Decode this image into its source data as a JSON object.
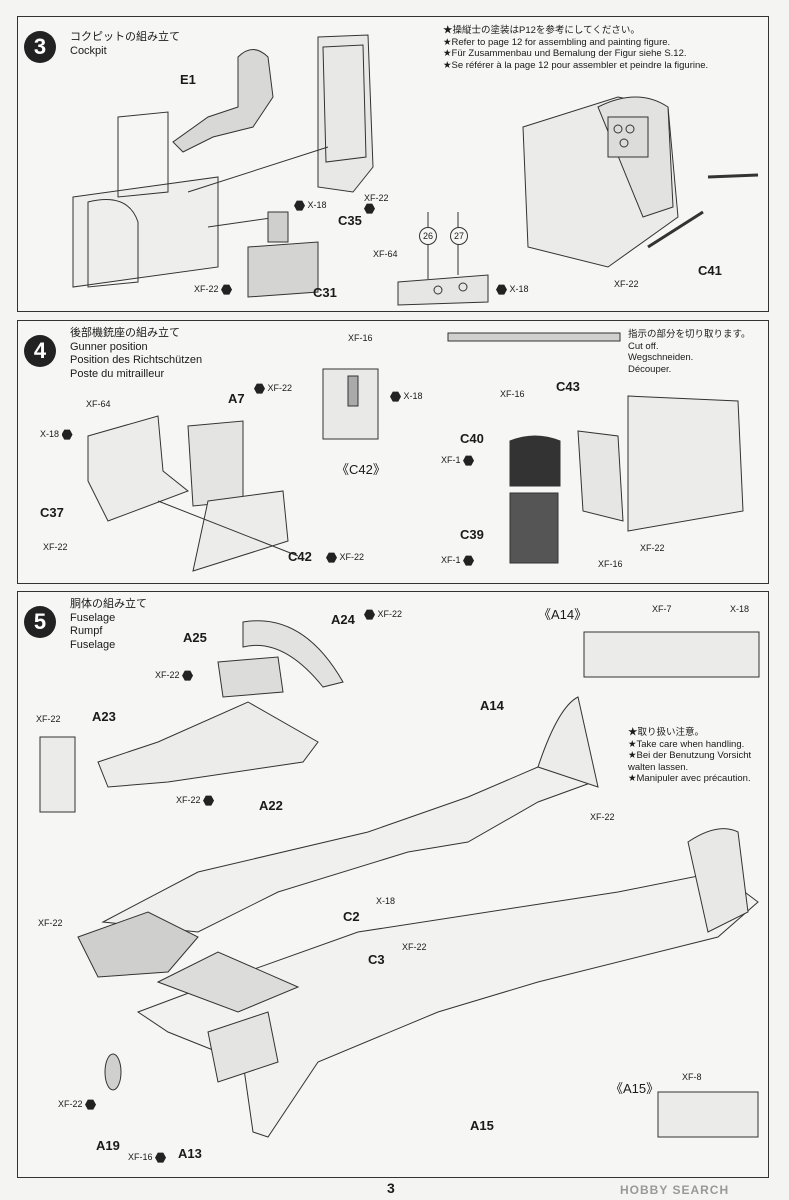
{
  "page_number": "3",
  "watermark": "HOBBY SEARCH",
  "step3": {
    "number": "3",
    "title_ja": "コクピットの組み立て",
    "title_en": "Cockpit",
    "note": [
      "★操縦士の塗装はP12を参考にしてください。",
      "★Refer to page 12 for assembling and painting figure.",
      "★Für Zusammenbau und Bemalung der Figur siehe S.12.",
      "★Se référer à la page 12 pour assembler et peindre la figurine."
    ],
    "parts": [
      "E1",
      "C35",
      "C31",
      "C41"
    ],
    "paints": [
      "X-18",
      "XF-22",
      "XF-22",
      "XF-64",
      "X-18",
      "XF-22"
    ],
    "callouts": [
      "26",
      "27"
    ]
  },
  "step4": {
    "number": "4",
    "title_ja": "後部機銃座の組み立て",
    "title_en": "Gunner position",
    "title_de": "Position des Richtschützen",
    "title_fr": "Poste du mitrailleur",
    "cut_note": [
      "指示の部分を切り取ります。",
      "Cut off.",
      "Wegschneiden.",
      "Découper."
    ],
    "parts": [
      "A7",
      "C37",
      "C42",
      "C43",
      "C40",
      "C39"
    ],
    "sub_view": "《C42》",
    "paints": [
      "XF-22",
      "XF-64",
      "X-18",
      "XF-22",
      "XF-22",
      "XF-16",
      "X-18",
      "XF-16",
      "XF-1",
      "XF-1",
      "XF-16",
      "XF-22"
    ]
  },
  "step5": {
    "number": "5",
    "title_ja": "胴体の組み立て",
    "title_en": "Fuselage",
    "title_de": "Rumpf",
    "title_fr": "Fuselage",
    "care_note": [
      "★取り扱い注意。",
      "★Take care when handling.",
      "★Bei der Benutzung Vorsicht",
      "walten lassen.",
      "★Manipuler avec précaution."
    ],
    "parts": [
      "A25",
      "A24",
      "A23",
      "A22",
      "A14",
      "C2",
      "C3",
      "A19",
      "A13",
      "A15"
    ],
    "sub_views": [
      "《A14》",
      "《A15》"
    ],
    "paints": [
      "XF-22",
      "XF-22",
      "XF-22",
      "XF-22",
      "XF-22",
      "XF-7",
      "X-18",
      "XF-22",
      "X-18",
      "XF-22",
      "XF-22",
      "XF-16",
      "XF-8"
    ]
  }
}
